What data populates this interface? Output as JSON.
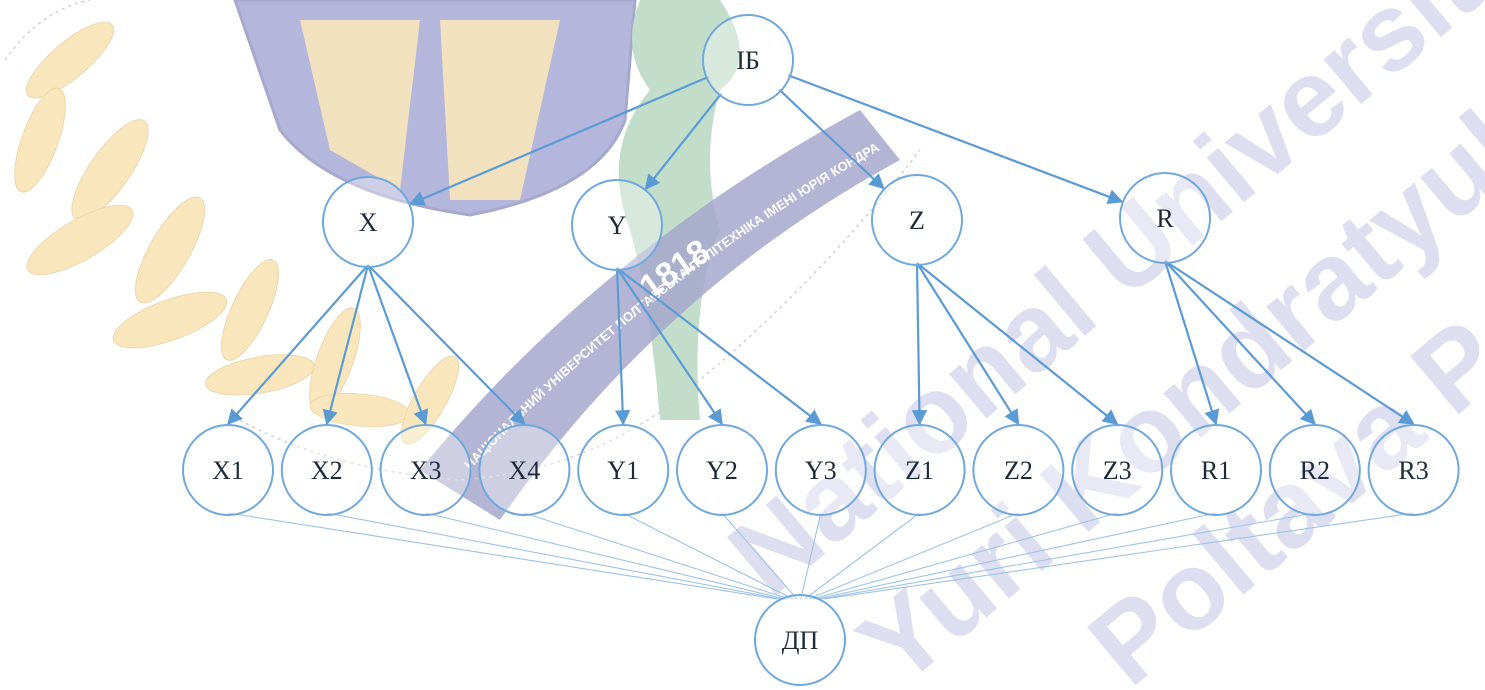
{
  "diagram": {
    "root": "ІБ",
    "sink": "ДП",
    "groups": [
      {
        "id": "X",
        "label": "X",
        "children": [
          "X1",
          "X2",
          "X3",
          "X4"
        ]
      },
      {
        "id": "Y",
        "label": "Y",
        "children": [
          "Y1",
          "Y2",
          "Y3"
        ]
      },
      {
        "id": "Z",
        "label": "Z",
        "children": [
          "Z1",
          "Z2",
          "Z3"
        ]
      },
      {
        "id": "R",
        "label": "R",
        "children": [
          "R1",
          "R2",
          "R3"
        ]
      }
    ]
  },
  "watermark": {
    "seal_text": "НАЦІОНАЛЬНИЙ УНІВЕРСИТЕТ ПОЛТАВСЬКА ПОЛІТЕХНІКА ІМЕНІ ЮРІЯ КОНДРАТЮКА",
    "year": "1818",
    "diagonal_text": [
      "National University",
      "Yuri Kondratyuk",
      "Poltava Polytechnic"
    ],
    "colors": {
      "blue": "#3c3f8f",
      "gold": "#f3c96c",
      "green": "#7ab68c",
      "gray": "#b8b8b8"
    }
  },
  "colors": {
    "node_stroke": "#6fa8dc",
    "arrow": "#5b9bd5",
    "thin_line": "#9cc3e6",
    "label": "#1c2a3a"
  }
}
